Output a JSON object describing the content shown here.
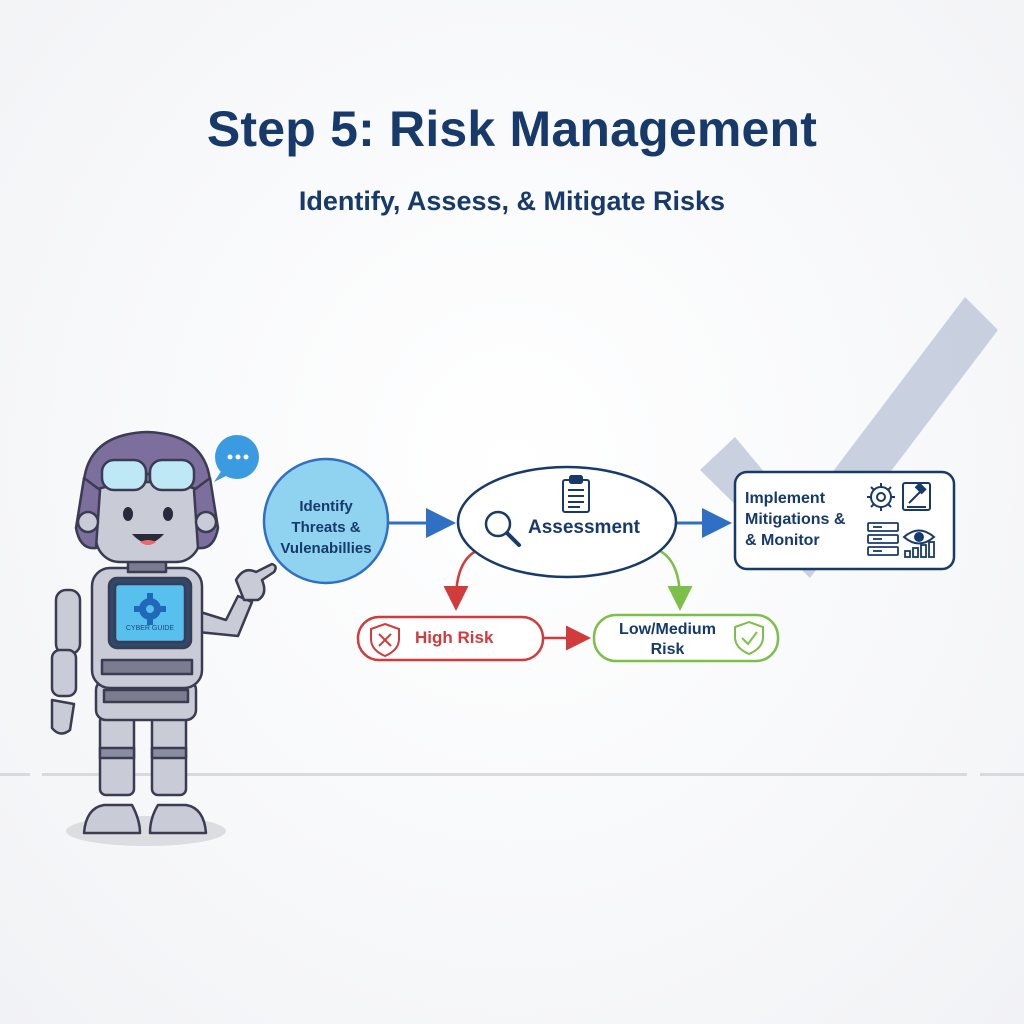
{
  "header": {
    "title": "Step 5: Risk Management",
    "subtitle": "Identify, Assess, & Mitigate Risks"
  },
  "flow": {
    "identify": {
      "line1": "Identify",
      "line2": "Threats &",
      "line3": "Vulenabillies"
    },
    "assessment": {
      "label": "Assessment"
    },
    "implement": {
      "line1": "Implement",
      "line2": "Mitigations &",
      "line3": "& Monitor"
    },
    "high_risk": {
      "label": "High Risk"
    },
    "low_risk": {
      "line1": "Low/Medium",
      "line2": "Risk"
    }
  },
  "robot": {
    "screen_text": "CYBER GUIDE"
  },
  "colors": {
    "title": "#173a6b",
    "identify_fill": "#8fd3f0",
    "arrow_blue": "#2f6fc4",
    "high_risk": "#d23b3b",
    "low_risk": "#7cbf4a",
    "checkmark": "#c3cbdc",
    "robot_body": "#c9ccd6",
    "robot_helmet": "#7c6f9e",
    "robot_screen": "#57c0ee"
  },
  "icons": [
    "chat-bubble-icon",
    "clipboard-icon",
    "magnifier-icon",
    "gear-icon",
    "gavel-icon",
    "server-icon",
    "eye-icon",
    "bar-chart-icon",
    "shield-x-icon",
    "shield-check-icon",
    "big-checkmark-icon"
  ]
}
